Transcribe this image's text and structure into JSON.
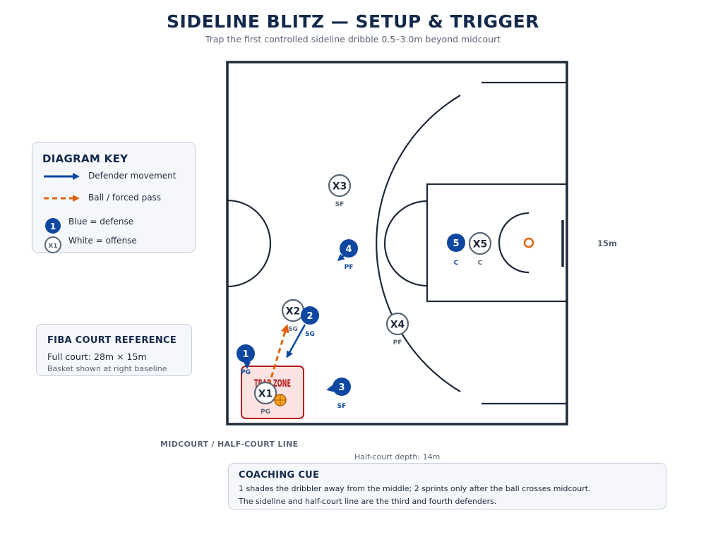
{
  "title": "SIDELINE BLITZ — SETUP & TRIGGER",
  "subtitle": "Trap the first controlled sideline dribble 0.5–3.0m beyond midcourt",
  "key": {
    "title": "DIAGRAM KEY",
    "defender_movement": "Defender movement",
    "ball_pass": "Ball / forced pass",
    "blue_defense": "Blue = defense",
    "white_offense": "White = offense",
    "sample_def": "1",
    "sample_off": "X1"
  },
  "reference": {
    "title": "FIBA COURT REFERENCE",
    "line1": "Full court: 28m × 15m",
    "line2": "Basket shown at right baseline"
  },
  "coaching": {
    "title": "COACHING CUE",
    "line1": "1 shades the dribbler away from the middle; 2 sprints only after the ball crosses midcourt.",
    "line2": "The sideline and half-court line are the third and fourth defenders."
  },
  "labels": {
    "midcourt": "MIDCOURT / HALF-COURT LINE",
    "depth": "Half-court depth: 14m",
    "width": "15m",
    "trap_zone": "TRAP ZONE"
  },
  "colors": {
    "defense": "#0d47a1",
    "offense_ring": "#5b6675",
    "ball_path": "#e0640f",
    "trap_fill": "#fde2e2",
    "trap_border": "#b71c1c",
    "court_line": "#1f2a3a"
  },
  "offense": [
    {
      "id": "X3",
      "role": "SF"
    },
    {
      "id": "X5",
      "role": "C"
    },
    {
      "id": "X2",
      "role": "SG"
    },
    {
      "id": "X4",
      "role": "PF"
    },
    {
      "id": "X1",
      "role": "PG"
    }
  ],
  "defense": [
    {
      "id": "4",
      "role": "PF"
    },
    {
      "id": "5",
      "role": "C"
    },
    {
      "id": "2",
      "role": "SG"
    },
    {
      "id": "1",
      "role": "PG"
    },
    {
      "id": "3",
      "role": "SF"
    }
  ]
}
